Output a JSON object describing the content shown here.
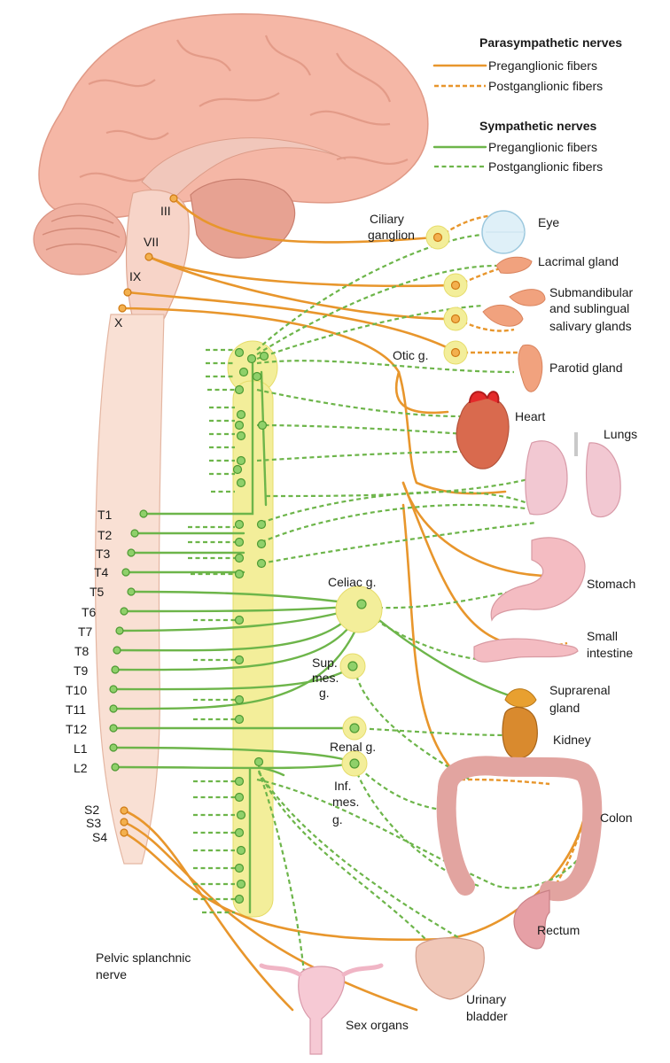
{
  "legend": {
    "parasympathetic_title": "Parasympathetic nerves",
    "parasympathetic_pre": "Preganglionic fibers",
    "parasympathetic_post": "Postganglionic fibers",
    "sympathetic_title": "Sympathetic nerves",
    "sympathetic_pre": "Preganglionic fibers",
    "sympathetic_post": "Postganglionic fibers"
  },
  "cranial_nerves": [
    "III",
    "VII",
    "IX",
    "X"
  ],
  "spinal_levels": [
    "T1",
    "T2",
    "T3",
    "T4",
    "T5",
    "T6",
    "T7",
    "T8",
    "T9",
    "T10",
    "T11",
    "T12",
    "L1",
    "L2"
  ],
  "sacral_levels": [
    "S2",
    "S3",
    "S4"
  ],
  "ganglia": {
    "ciliary": [
      "Ciliary",
      "ganglion"
    ],
    "otic": "Otic g.",
    "celiac": "Celiac g.",
    "sup_mes": [
      "Sup.",
      "mes.",
      "g."
    ],
    "renal": "Renal g.",
    "inf_mes": [
      "Inf.",
      "mes.",
      "g."
    ]
  },
  "organs": {
    "eye": "Eye",
    "lacrimal": "Lacrimal gland",
    "submandibular": [
      "Submandibular",
      "and sublingual",
      "salivary glands"
    ],
    "parotid": "Parotid gland",
    "heart": "Heart",
    "lungs": "Lungs",
    "stomach": "Stomach",
    "small_intestine": [
      "Small",
      "intestine"
    ],
    "suprarenal": [
      "Suprarenal",
      "gland"
    ],
    "kidney": "Kidney",
    "colon": "Colon",
    "rectum": "Rectum",
    "urinary_bladder": [
      "Urinary",
      "bladder"
    ],
    "sex_organs": "Sex organs"
  },
  "pelvic_nerve": [
    "Pelvic splanchnic",
    "nerve"
  ],
  "colors": {
    "parasympathetic": "#e8962c",
    "sympathetic": "#6db54a",
    "ganglion_fill": "#f3ee9a",
    "brain": "#f4b8a8"
  }
}
